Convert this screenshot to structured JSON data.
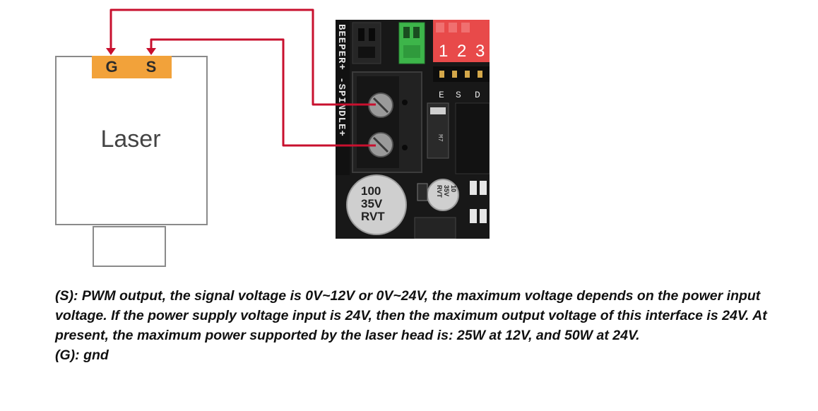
{
  "laser": {
    "title": "Laser",
    "pin_g": "G",
    "pin_s": "S"
  },
  "board": {
    "silkscreen_vertical": "BEEPER+ -SPINDLE+",
    "dip_numbers": [
      "1",
      "2",
      "3"
    ],
    "header_labels": [
      "E",
      "S",
      "D"
    ],
    "cap_large": [
      "100",
      "35V",
      "RVT"
    ],
    "cap_small": [
      "10",
      "35V",
      "RVT"
    ],
    "diode_label": "M7",
    "colors": {
      "board": "#1a1a1a",
      "terminal_block": "#202020",
      "dip_switch": "#e84a4a",
      "green_connector": "#3db54a",
      "wire": "#c8102e",
      "pin_strip": "#f2a23a"
    }
  },
  "description": {
    "line_s": "(S): PWM output, the signal voltage is 0V~12V or 0V~24V, the maximum voltage depends on the power input voltage. If the power supply voltage input is 24V, then the maximum output voltage of this interface is 24V. At present, the maximum power supported by the laser head is: 25W at 12V, and 50W at 24V.",
    "line_g": "(G): gnd"
  }
}
